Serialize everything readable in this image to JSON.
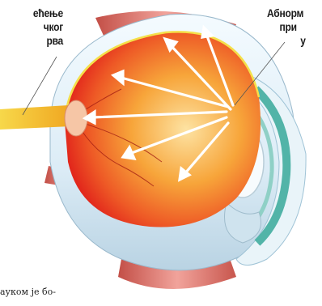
{
  "labels": {
    "left": [
      "ећење",
      "чког",
      "рва"
    ],
    "right": [
      "Абнорм",
      "при",
      "у"
    ]
  },
  "caption": "ауком је бо-",
  "colors": {
    "retina_red": "#e8321e",
    "retina_orange": "#f7a53a",
    "sclera": "#dfeef6",
    "muscle": "#d8726a",
    "lens_teal": "#52b4a8",
    "optic_nerve": "#f2c020",
    "arrow": "#ffffff"
  },
  "icons": [
    "eye-cross-section",
    "pressure-arrows",
    "optic-nerve",
    "lens",
    "eye-muscle"
  ]
}
